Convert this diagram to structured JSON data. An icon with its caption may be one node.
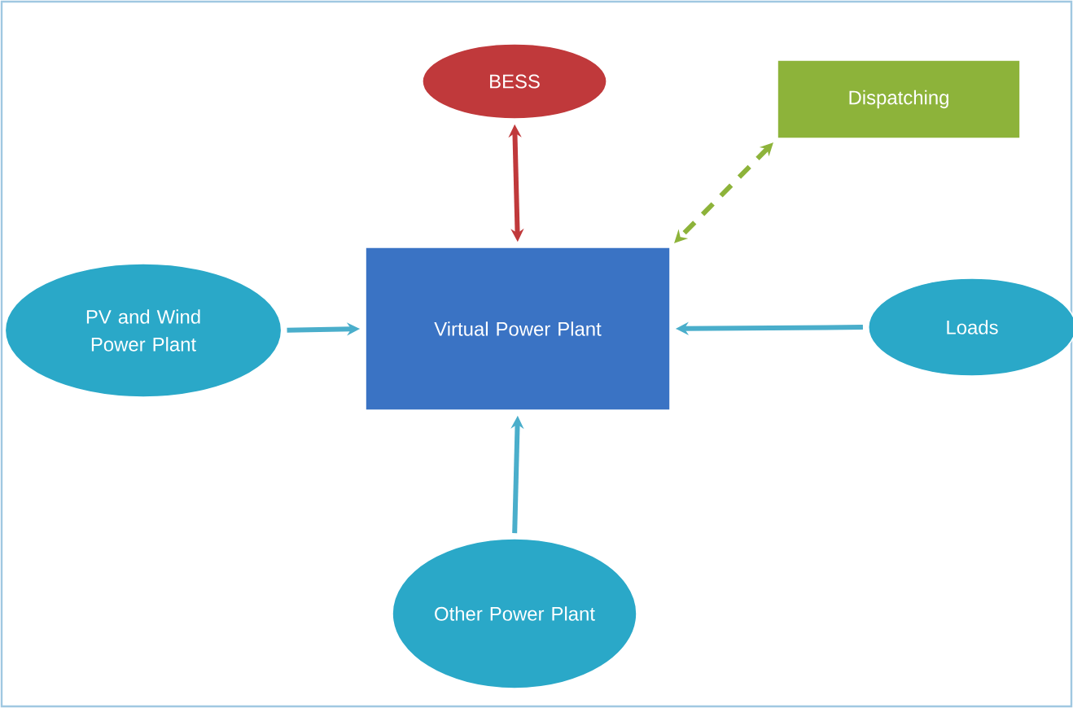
{
  "diagram": {
    "nodes": [
      {
        "text": [
          "BESS"
        ]
      },
      {
        "text": [
          "Dispatching"
        ]
      },
      {
        "text": [
          "Virtual Power Plant"
        ]
      },
      {
        "text": [
          "PV and Wind Power Plant"
        ]
      },
      {
        "text": [
          "Loads"
        ]
      },
      {
        "text": [
          "Other Power Plant"
        ]
      }
    ],
    "edges": [
      {
        "from": 0,
        "to": 2,
        "arrow": "both",
        "color": "#c0393b"
      },
      {
        "from": 1,
        "to": 2,
        "arrow": "both",
        "style": "dashed",
        "color": "#8db33a"
      },
      {
        "from": 3,
        "to": 2,
        "arrow": "to"
      },
      {
        "from": 4,
        "to": 2,
        "arrow": "to"
      },
      {
        "from": 5,
        "to": 2,
        "arrow": "to"
      }
    ]
  }
}
